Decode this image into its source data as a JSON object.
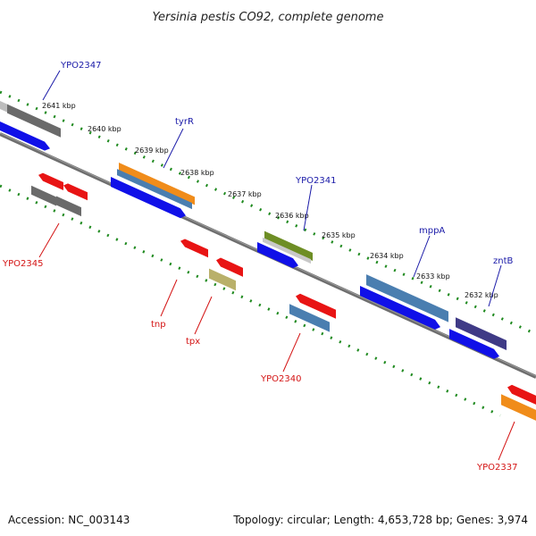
{
  "title": "Yersinia pestis CO92, complete genome",
  "footer": {
    "accession": "Accession: NC_003143",
    "summary": "Topology: circular; Length: 4,653,728 bp; Genes: 3,974"
  },
  "colors": {
    "forward_label": "#1a1aa8",
    "reverse_label": "#d41414",
    "backbone": "#777777",
    "tick": "#1f8a1f",
    "cds_blue": "#1010e8"
  },
  "kbp_ticks": [
    {
      "label": "2641 kbp"
    },
    {
      "label": "2640 kbp"
    },
    {
      "label": "2639 kbp"
    },
    {
      "label": "2638 kbp"
    },
    {
      "label": "2637 kbp"
    },
    {
      "label": "2636 kbp"
    },
    {
      "label": "2635 kbp"
    },
    {
      "label": "2634 kbp"
    },
    {
      "label": "2633 kbp"
    },
    {
      "label": "2632 kbp"
    }
  ],
  "forward_labels": [
    {
      "name": "YPO2347"
    },
    {
      "name": "tyrR"
    },
    {
      "name": "YPO2341"
    },
    {
      "name": "mppA"
    },
    {
      "name": "zntB"
    }
  ],
  "reverse_labels": [
    {
      "name": "YPO2345"
    },
    {
      "name": "tnp"
    },
    {
      "name": "tpx"
    },
    {
      "name": "YPO2340"
    },
    {
      "name": "YPO2337"
    }
  ]
}
